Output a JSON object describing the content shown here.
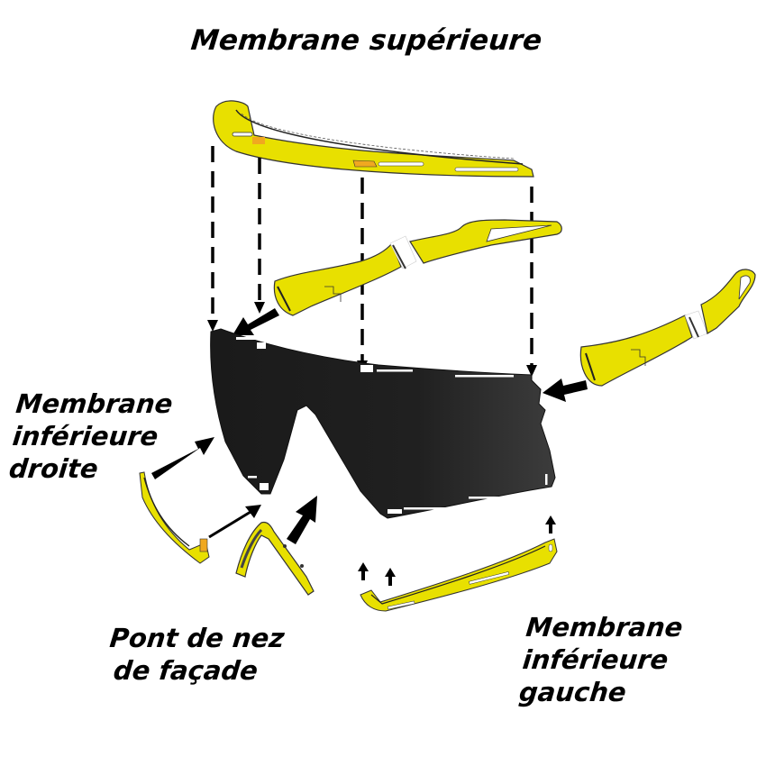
{
  "diagram": {
    "title": "Membrane supérieure",
    "labels": {
      "right_lower_membrane": [
        "Membrane",
        "inférieure",
        "droite"
      ],
      "nose_bridge": [
        "Pont de nez",
        "de façade"
      ],
      "left_lower_membrane": [
        "Membrane",
        "inférieure",
        "gauche"
      ]
    },
    "parts": [
      {
        "id": "upper-membrane",
        "name": "Membrane supérieure"
      },
      {
        "id": "right-temple",
        "name": "Right temple arm"
      },
      {
        "id": "left-temple",
        "name": "Left temple arm"
      },
      {
        "id": "lens",
        "name": "Lens"
      },
      {
        "id": "right-lower-membrane",
        "name": "Membrane inférieure droite"
      },
      {
        "id": "nose-bridge",
        "name": "Pont de nez de façade"
      },
      {
        "id": "left-lower-membrane",
        "name": "Membrane inférieure gauche"
      }
    ],
    "colors": {
      "part_yellow": "#e8e000",
      "accent_orange": "#f0a820",
      "lens_dark": "#1c1c1c",
      "lens_light": "#3a3a3a",
      "arrow": "#000000",
      "background": "#ffffff"
    }
  }
}
